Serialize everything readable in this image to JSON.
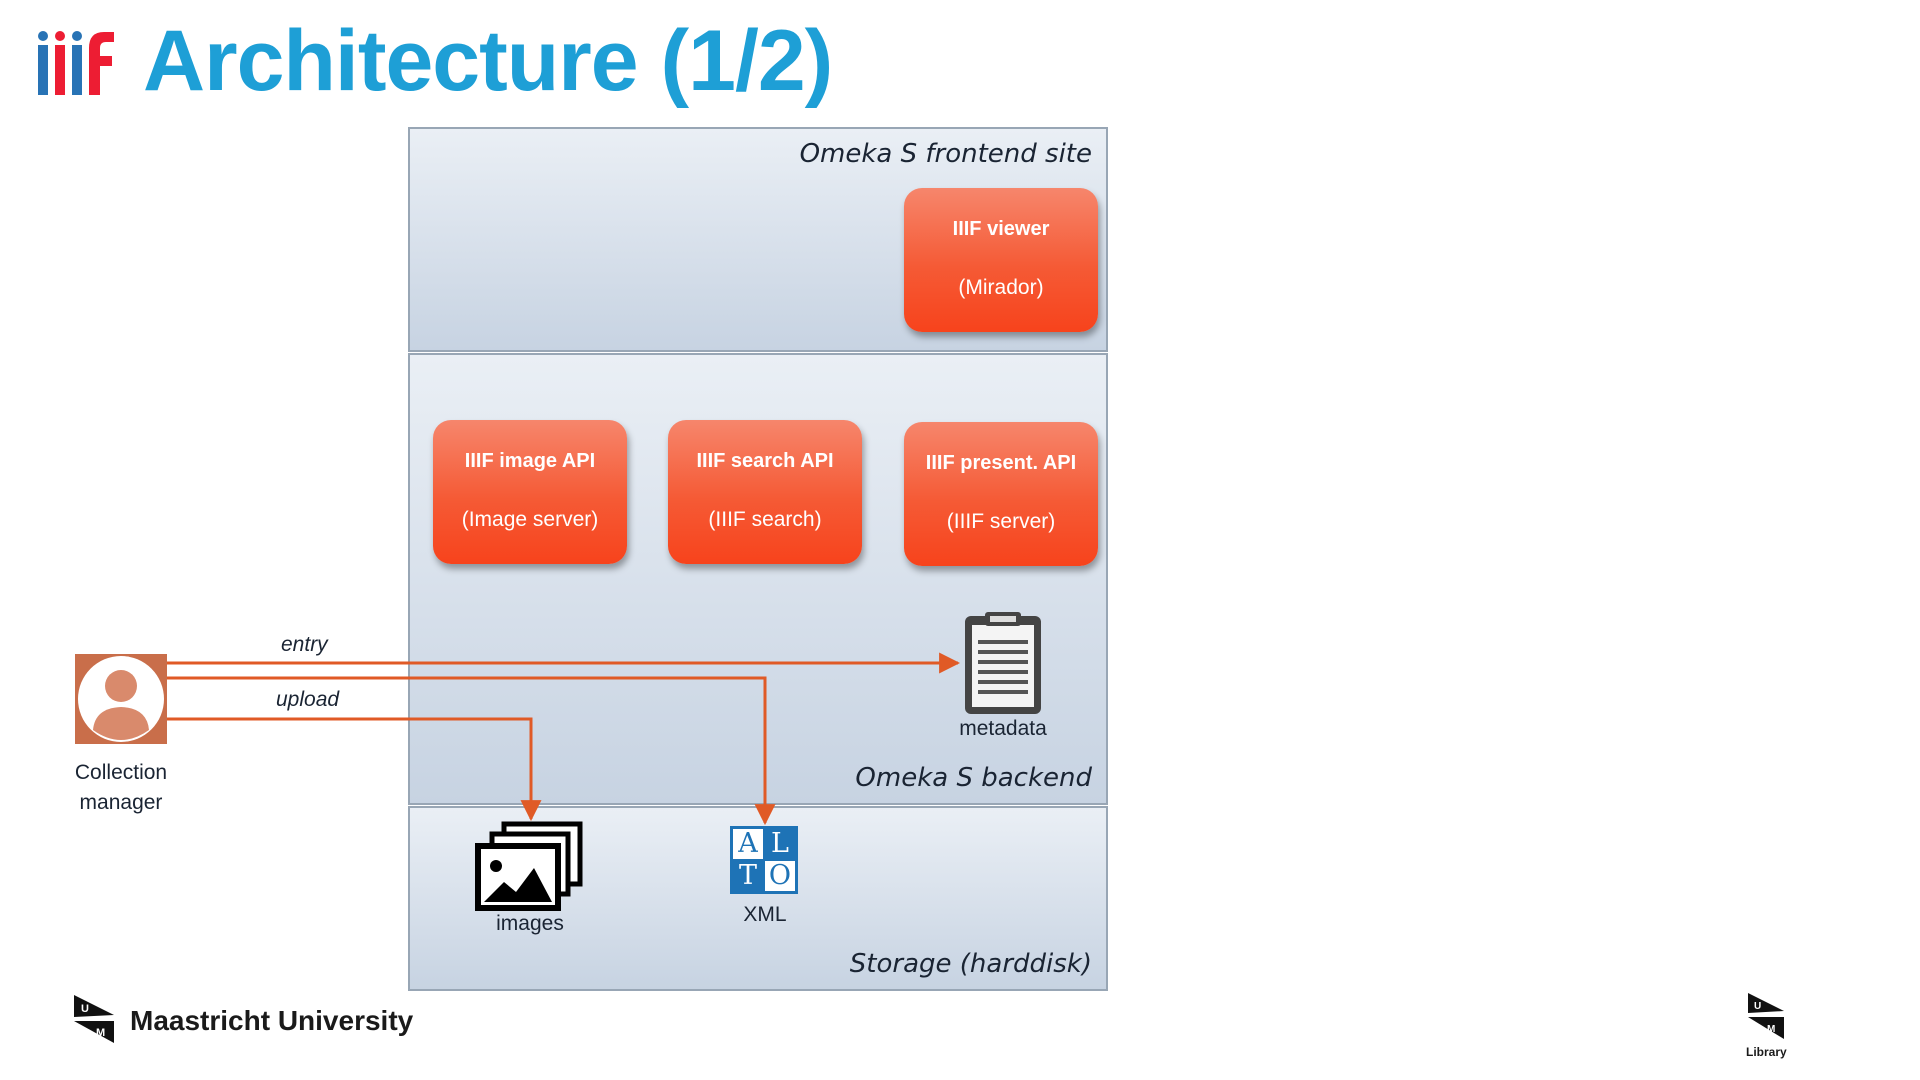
{
  "title": "Architecture (1/2)",
  "colors": {
    "title": "#1e9fd6",
    "component": "#f55a35",
    "flow": "#e05a26",
    "panel_top": "#eaeff5",
    "panel_bottom": "#c7d3e2"
  },
  "icons": {
    "logo": "iiif-logo-icon",
    "person": "person-icon",
    "clipboard": "clipboard-icon",
    "images": "images-stack-icon",
    "alto": "alto-icon",
    "university": "um-logo-icon"
  },
  "panels": {
    "frontend": "Omeka S frontend site",
    "backend": "Omeka S backend",
    "storage": "Storage (harddisk)"
  },
  "components": {
    "viewer": {
      "name": "IIIF viewer",
      "impl": "(Mirador)"
    },
    "image_api": {
      "name": "IIIF image API",
      "impl": "(Image server)"
    },
    "search_api": {
      "name": "IIIF search API",
      "impl": "(IIIF search)"
    },
    "present_api": {
      "name": "IIIF present. API",
      "impl": "(IIIF server)"
    }
  },
  "actor": {
    "line1": "Collection",
    "line2": "manager"
  },
  "flows": {
    "entry": "entry",
    "upload": "upload"
  },
  "artifacts": {
    "metadata": "metadata",
    "images": "images",
    "xml": "XML"
  },
  "alto_letters": [
    "A",
    "L",
    "T",
    "O"
  ],
  "footer": {
    "university": "Maastricht University",
    "library": "Library"
  }
}
